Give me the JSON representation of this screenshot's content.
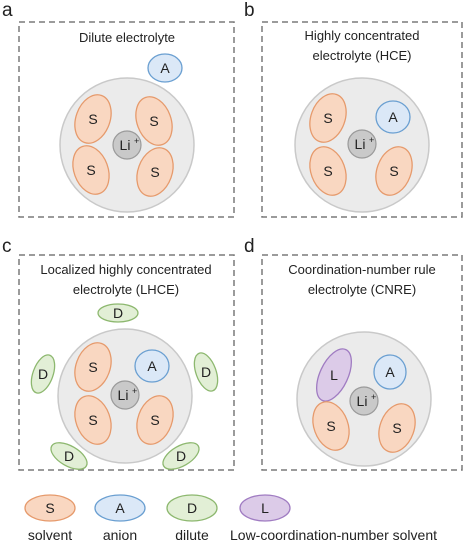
{
  "panels": [
    {
      "label": "a",
      "title_lines": [
        "Dilute electrolyte"
      ]
    },
    {
      "label": "b",
      "title_lines": [
        "Highly concentrated",
        "electrolyte (HCE)"
      ]
    },
    {
      "label": "c",
      "title_lines": [
        "Localized highly concentrated",
        "electrolyte (LHCE)"
      ]
    },
    {
      "label": "d",
      "title_lines": [
        "Coordination-number rule",
        "electrolyte (CNRE)"
      ]
    }
  ],
  "species": {
    "solvent": {
      "symbol": "S",
      "name": "solvent",
      "fill": "#f9d7c1",
      "stroke": "#e69a6c"
    },
    "anion": {
      "symbol": "A",
      "name": "anion",
      "fill": "#dbe8f7",
      "stroke": "#6a9fd1"
    },
    "dilute": {
      "symbol": "D",
      "name": "dilute",
      "fill": "#e2efd6",
      "stroke": "#8db86f"
    },
    "low_coord": {
      "symbol": "L",
      "name": "Low-coordination-number solvent",
      "fill": "#dccbe8",
      "stroke": "#a07cc2"
    }
  },
  "cation": {
    "symbol": "Li",
    "superscript": "+",
    "fill": "#c9c9c9",
    "stroke": "#9a9a9a"
  },
  "shell": {
    "fill": "#ebebeb",
    "stroke": "#c9c9c9"
  }
}
